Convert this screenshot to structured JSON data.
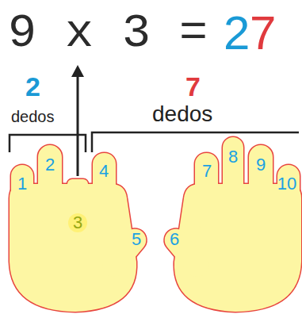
{
  "diagram": {
    "labels": [
      "9 x 3 =",
      "2",
      "7",
      "2",
      "dedos",
      "7",
      "dedos",
      "1",
      "2",
      "3",
      "4",
      "5",
      "6",
      "7",
      "8",
      "9",
      "10"
    ]
  }
}
